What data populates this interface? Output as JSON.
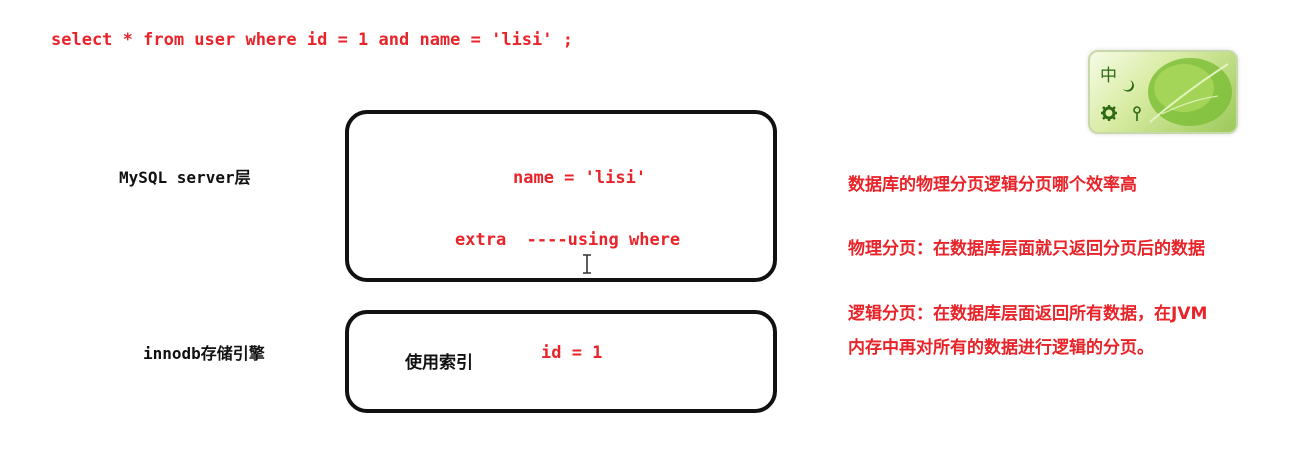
{
  "sql": {
    "query": "select * from user where id = 1 and name = 'lisi' ;"
  },
  "layers": {
    "server_label": "MySQL server层",
    "engine_label": "innodb存储引擎"
  },
  "server_box": {
    "condition": "name = 'lisi'",
    "extra": "extra  ----using where"
  },
  "engine_box": {
    "index_label": "使用索引",
    "condition": "id = 1"
  },
  "notes": {
    "question": "数据库的物理分页逻辑分页哪个效率高",
    "physical": "物理分页：在数据库层面就只返回分页后的数据",
    "logical_line1": "逻辑分页：在数据库层面返回所有数据，在JVM",
    "logical_line2": "内存中再对所有的数据进行逻辑的分页。"
  },
  "ime": {
    "mode_char": "中",
    "icons": [
      "moon-icon",
      "gear-icon",
      "pin-icon"
    ]
  },
  "colors": {
    "red": "#e8242a",
    "black": "#111111",
    "ime_green": "#2d6a12"
  }
}
